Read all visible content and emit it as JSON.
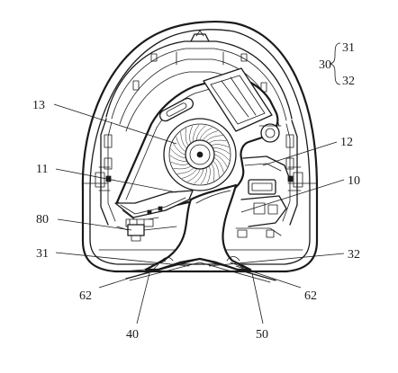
{
  "labels": {
    "l13": "13",
    "l12": "12",
    "l11": "11",
    "l10": "10",
    "l80": "80",
    "l31": "31",
    "l32": "32",
    "l62a": "62",
    "l62b": "62",
    "l40": "40",
    "l50": "50"
  },
  "legend": {
    "group": "30",
    "top": "31",
    "bottom": "32"
  }
}
